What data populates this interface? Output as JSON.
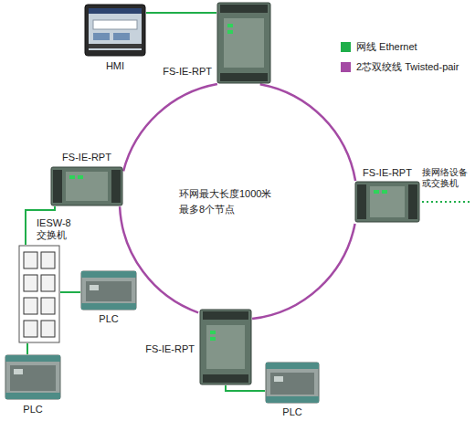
{
  "diagram": {
    "nodes": [
      {
        "text": [
          "HMI"
        ]
      },
      {
        "text": [
          "FS-IE-RPT"
        ]
      },
      {
        "text": [
          "FS-IE-RPT"
        ]
      },
      {
        "text": [
          "FS-IE-RPT"
        ]
      },
      {
        "text": [
          "IESW-8 交换机"
        ]
      },
      {
        "text": [
          "PLC"
        ]
      },
      {
        "text": [
          "FS-IE-RPT"
        ]
      },
      {
        "text": [
          "PLC"
        ]
      },
      {
        "text": [
          "PLC"
        ]
      }
    ],
    "edges": [
      {
        "from": 0,
        "to": 1,
        "arrow": "none"
      },
      {
        "from": 2,
        "to": 4,
        "arrow": "none"
      },
      {
        "from": 4,
        "to": 5,
        "arrow": "none"
      },
      {
        "from": 4,
        "to": 7,
        "arrow": "none"
      },
      {
        "from": 6,
        "to": 8,
        "arrow": "none"
      },
      {
        "from": 1,
        "to": 3,
        "arrow": "none"
      },
      {
        "from": 3,
        "to": 6,
        "arrow": "none"
      },
      {
        "from": 6,
        "to": 2,
        "arrow": "none"
      },
      {
        "from": 2,
        "to": 1,
        "arrow": "none"
      }
    ],
    "labels": [
      "环网最大长度1000米",
      "最多8个节点",
      "接网络设备 或交换机"
    ],
    "legend": [
      {
        "text": "网线 Ethernet",
        "color": "#1fae4a"
      },
      {
        "text": "2芯双绞线 Twisted-pair",
        "color": "#a44aa4"
      }
    ]
  }
}
